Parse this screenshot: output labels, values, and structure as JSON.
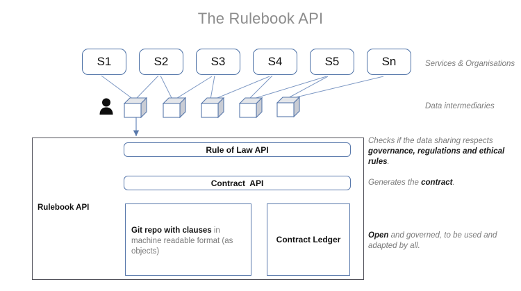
{
  "page": {
    "title": "The Rulebook API",
    "background": "#ffffff"
  },
  "colors": {
    "title_gray": "#8c8c8c",
    "box_blue": "#4a6fa5",
    "pill_blue": "#5878ab",
    "container_border": "#51515a",
    "label_gray": "#7b7b7b",
    "text_black": "#111111",
    "cube_face": "#ffffff",
    "cube_shade": "#c9ccd4"
  },
  "services": {
    "label": "Services & Organisations",
    "items": [
      {
        "name": "S1"
      },
      {
        "name": "S2"
      },
      {
        "name": "S3"
      },
      {
        "name": "S4"
      },
      {
        "name": "S5"
      },
      {
        "name": "Sn"
      }
    ]
  },
  "intermediaries": {
    "label": "Data intermediaries",
    "count": 5,
    "person_icon": "person-icon"
  },
  "rulebook": {
    "label": "Rulebook API",
    "apis": [
      {
        "id": "rule-of-law",
        "label": "Rule of Law API"
      },
      {
        "id": "contract",
        "label": "Contract  API"
      }
    ],
    "leaves": [
      {
        "id": "git",
        "label_bold": "Git repo with clauses",
        "label_rest": " in machine readable format (as objects)"
      },
      {
        "id": "ledger",
        "label_bold": "Contract Ledger",
        "label_rest": ""
      }
    ]
  },
  "annotations": [
    {
      "id": "governance",
      "part1": "Checks if the data sharing respects ",
      "bold": "governance, regulations and ethical rules",
      "part2": "."
    },
    {
      "id": "generates",
      "part1": "Generates the ",
      "bold": "contract",
      "part2": "."
    },
    {
      "id": "open",
      "part1": "",
      "bold": "Open",
      "part2": " and governed, to be used and adapted by all."
    }
  ]
}
